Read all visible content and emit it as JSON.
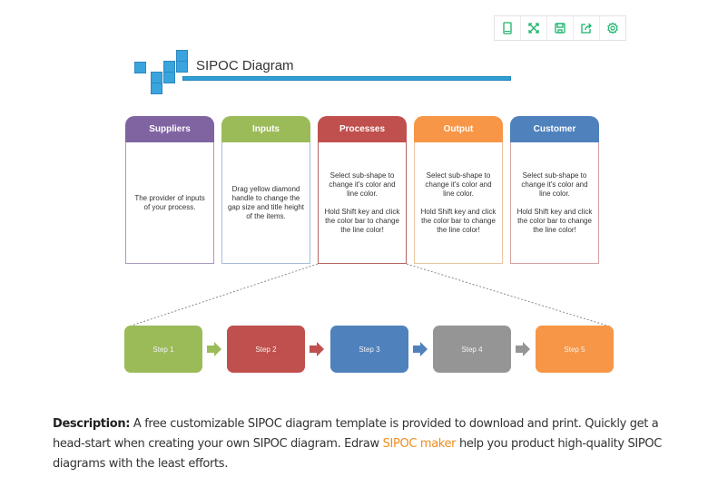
{
  "toolbar": {
    "buttons": [
      {
        "name": "mobile-view",
        "icon": "tablet-icon"
      },
      {
        "name": "fullscreen",
        "icon": "expand-icon"
      },
      {
        "name": "save",
        "icon": "save-icon"
      },
      {
        "name": "share",
        "icon": "share-icon"
      },
      {
        "name": "settings",
        "icon": "gear-icon"
      }
    ],
    "icon_color": "#19b36b"
  },
  "diagram": {
    "title": "SIPOC Diagram",
    "columns": [
      {
        "label": "Suppliers",
        "color": "#8064a2",
        "border": "#a99bc0",
        "text": "The provider of inputs of your process."
      },
      {
        "label": "Inputs",
        "color": "#9bbb59",
        "border": "#a7bcd9",
        "text": "Drag yellow diamond handle to change the gap size and title height of the items."
      },
      {
        "label": "Processes",
        "color": "#c0504d",
        "border": "#b56562",
        "text": "Select sub-shape to change it's color and line color.\n\nHold Shift key and click the color bar to change the line color!"
      },
      {
        "label": "Output",
        "color": "#f79646",
        "border": "#e8c4a0",
        "text": "Select sub-shape to change it's color and line color.\n\nHold Shift key and click the color bar to change the line color!"
      },
      {
        "label": "Customer",
        "color": "#4f81bd",
        "border": "#d4a3a2",
        "text": "Select sub-shape to change it's color and line color.\n\nHold Shift key and click the color bar to change the line color!"
      }
    ],
    "steps": [
      {
        "label": "Step 1",
        "color": "#9bbb59"
      },
      {
        "label": "Step 2",
        "color": "#c0504d"
      },
      {
        "label": "Step 3",
        "color": "#4f81bd"
      },
      {
        "label": "Step 4",
        "color": "#959595"
      },
      {
        "label": "Step 5",
        "color": "#f79646"
      }
    ]
  },
  "description": {
    "label": "Description:",
    "text_before": " A free customizable SIPOC diagram template is provided to download and print. Quickly get a head-start when creating your own SIPOC diagram. Edraw ",
    "link_text": "SIPOC maker",
    "text_after": " help you product high-quality SIPOC diagrams with the least efforts.",
    "link_color": "#f08c1e"
  }
}
